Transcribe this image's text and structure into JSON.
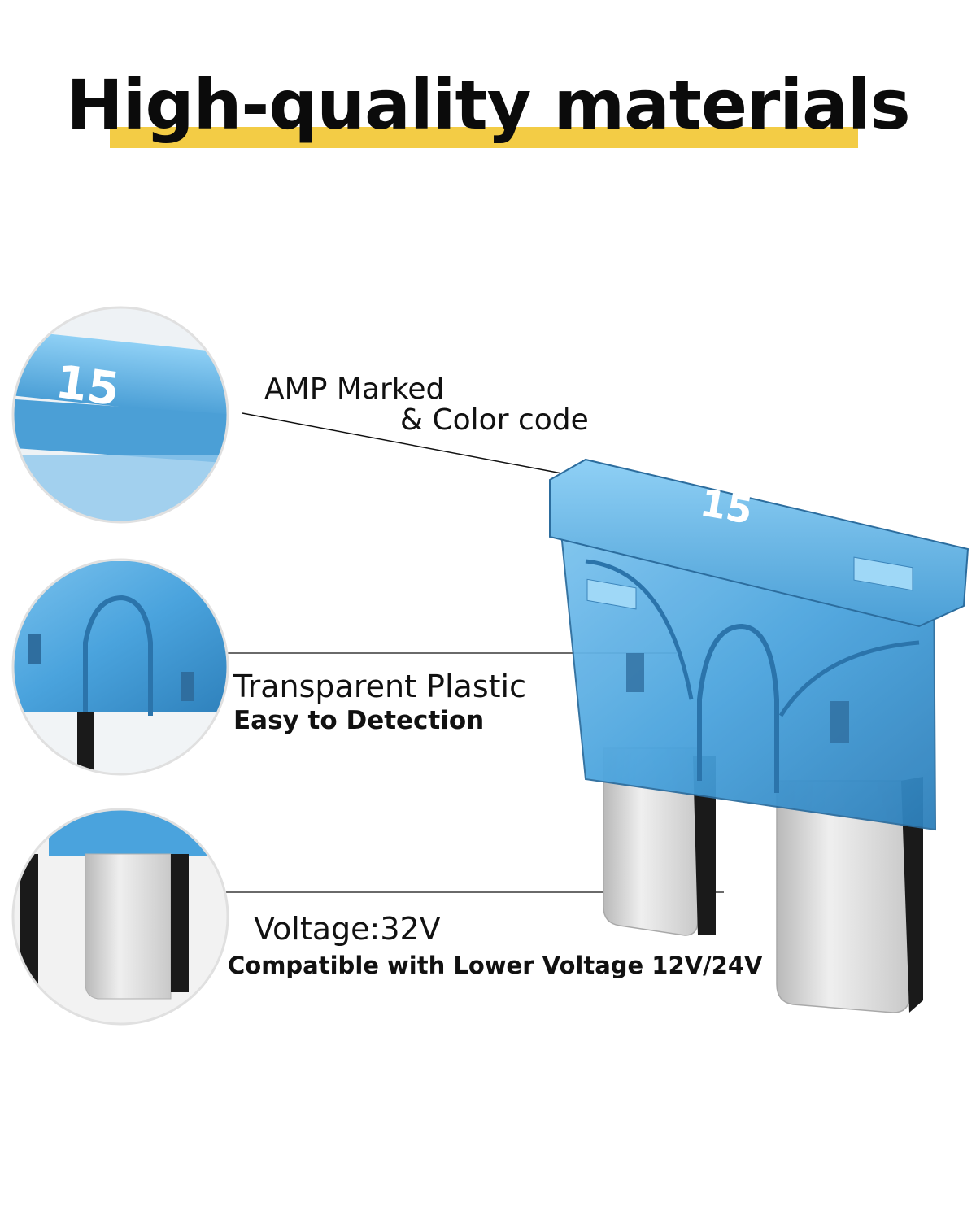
{
  "heading": {
    "title": "High-quality materials"
  },
  "colors": {
    "accent": "#f3cc45",
    "fuse_blue": "#4aa3dd",
    "fuse_blue_dark": "#2d7fba",
    "blade_metal": "#dadada"
  },
  "fuse": {
    "amp_rating": "15"
  },
  "callouts": [
    {
      "title": "AMP Marked",
      "subtitle": "& Color code"
    },
    {
      "title": "Transparent Plastic",
      "subtitle": "Easy to Detection"
    },
    {
      "title": "Voltage:32V",
      "subtitle": "Compatible with  Lower Voltage 12V/24V"
    }
  ],
  "icons": [
    "magnifier-circle-top",
    "magnifier-circle-middle",
    "magnifier-circle-bottom",
    "blade-fuse"
  ]
}
